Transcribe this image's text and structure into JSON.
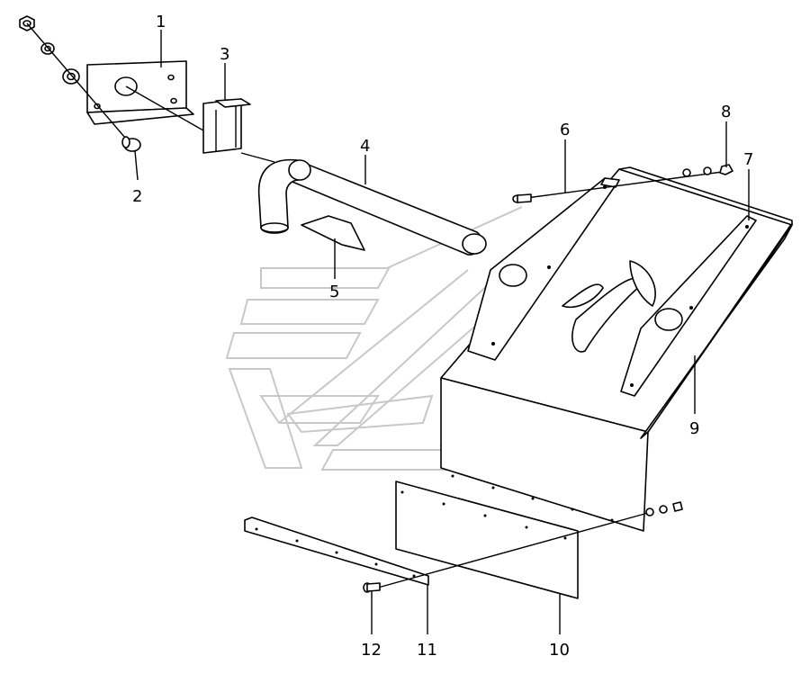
{
  "diagram": {
    "callouts": [
      {
        "id": "1",
        "text": "1"
      },
      {
        "id": "2",
        "text": "2"
      },
      {
        "id": "3",
        "text": "3"
      },
      {
        "id": "4",
        "text": "4"
      },
      {
        "id": "5",
        "text": "5"
      },
      {
        "id": "6",
        "text": "6"
      },
      {
        "id": "7",
        "text": "7"
      },
      {
        "id": "8",
        "text": "8"
      },
      {
        "id": "9",
        "text": "9"
      },
      {
        "id": "10",
        "text": "10"
      },
      {
        "id": "11",
        "text": "11"
      },
      {
        "id": "12",
        "text": "12"
      }
    ],
    "colors": {
      "line": "#000000",
      "watermark": "#c8c8c8",
      "background": "#ffffff"
    }
  }
}
